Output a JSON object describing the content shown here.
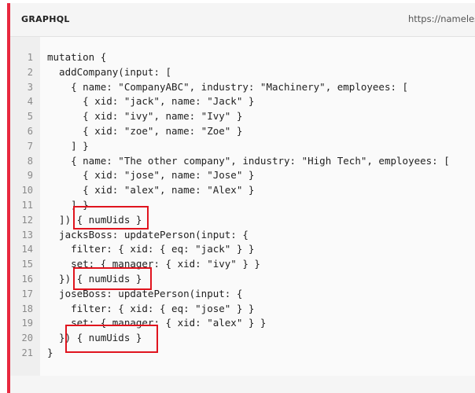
{
  "header": {
    "language": "GRAPHQL",
    "url": "https://nameless"
  },
  "code": {
    "lines": [
      {
        "n": "1",
        "text": "mutation {"
      },
      {
        "n": "2",
        "text": "  addCompany(input: ["
      },
      {
        "n": "3",
        "text": "    { name: \"CompanyABC\", industry: \"Machinery\", employees: ["
      },
      {
        "n": "4",
        "text": "      { xid: \"jack\", name: \"Jack\" }"
      },
      {
        "n": "5",
        "text": "      { xid: \"ivy\", name: \"Ivy\" }"
      },
      {
        "n": "6",
        "text": "      { xid: \"zoe\", name: \"Zoe\" }"
      },
      {
        "n": "7",
        "text": "    ] }"
      },
      {
        "n": "8",
        "text": "    { name: \"The other company\", industry: \"High Tech\", employees: ["
      },
      {
        "n": "9",
        "text": "      { xid: \"jose\", name: \"Jose\" }"
      },
      {
        "n": "10",
        "text": "      { xid: \"alex\", name: \"Alex\" }"
      },
      {
        "n": "11",
        "text": "    ] }"
      },
      {
        "n": "12",
        "text": "  ]) { numUids }"
      },
      {
        "n": "13",
        "text": "  jacksBoss: updatePerson(input: {"
      },
      {
        "n": "14",
        "text": "    filter: { xid: { eq: \"jack\" } }"
      },
      {
        "n": "15",
        "text": "    set: { manager: { xid: \"ivy\" } }"
      },
      {
        "n": "16",
        "text": "  }) { numUids }"
      },
      {
        "n": "17",
        "text": "  joseBoss: updatePerson(input: {"
      },
      {
        "n": "18",
        "text": "    filter: { xid: { eq: \"jose\" } }"
      },
      {
        "n": "19",
        "text": "    set: { manager: { xid: \"alex\" } }"
      },
      {
        "n": "20",
        "text": "  }) { numUids }"
      },
      {
        "n": "21",
        "text": "}"
      }
    ]
  },
  "annotations": {
    "highlight_color": "#e0141e",
    "accent_color": "#e8283f"
  }
}
